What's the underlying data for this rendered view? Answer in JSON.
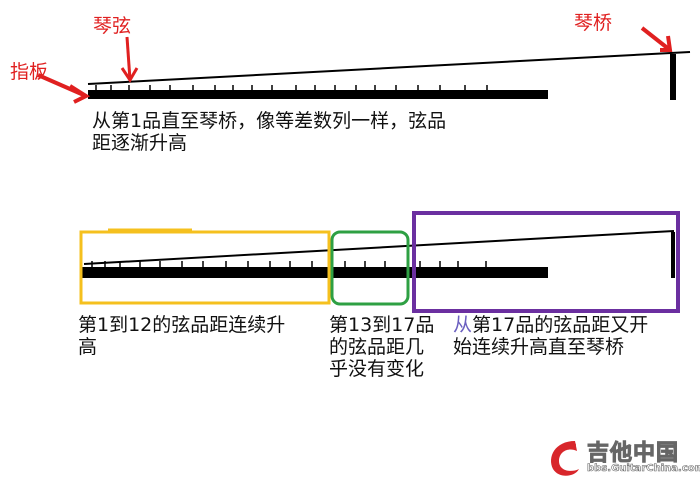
{
  "labels": {
    "fingerboard": "指板",
    "string": "琴弦",
    "bridge": "琴桥"
  },
  "top_caption": [
    "从第1品直至琴桥，像等差数列一样，弦品",
    "距逐渐升高"
  ],
  "sections": [
    {
      "lines": [
        "第1到12的弦品距连续升",
        "高"
      ],
      "color": "#f5c01e"
    },
    {
      "lines": [
        "第13到17品",
        "的弦品距几",
        "乎没有变化"
      ],
      "color": "#2ea043"
    },
    {
      "prefix": "从",
      "lines": [
        "第17品的弦品距又开",
        "始连续升高直至琴桥"
      ],
      "color": "#6b2fa0"
    }
  ],
  "logo": {
    "name": "吉他中国",
    "url": "bbs.GuitarChina.com"
  },
  "colors": {
    "annotation": "#e02020",
    "ink": "#000000"
  }
}
